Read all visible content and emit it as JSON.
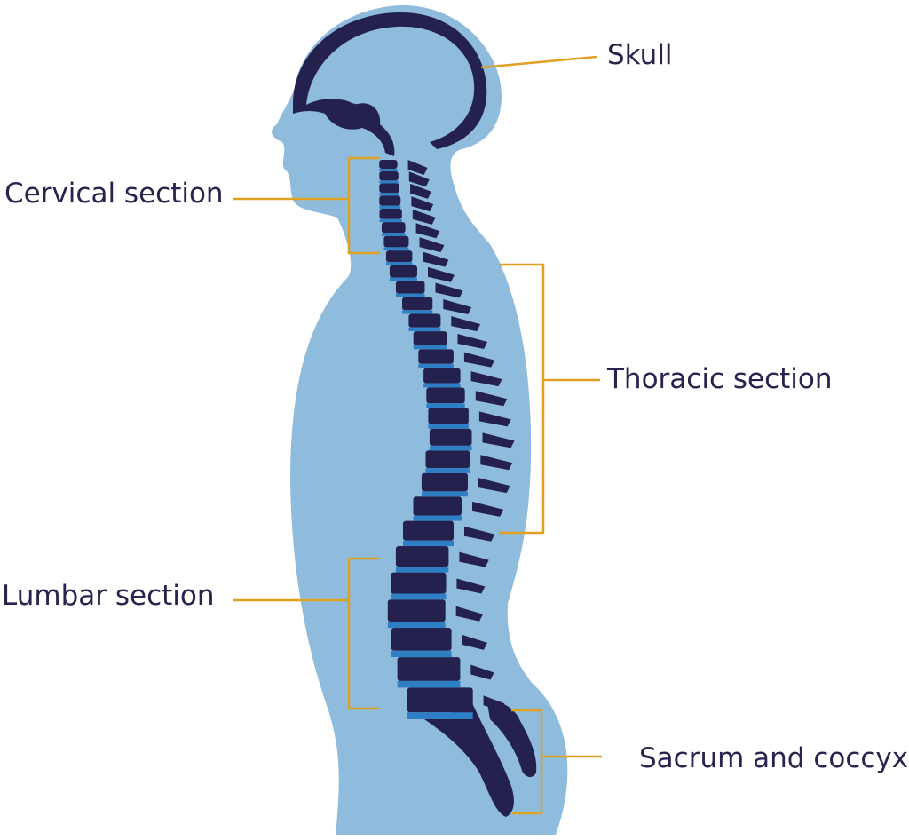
{
  "colors": {
    "body": "#8fbcdc",
    "bone": "#24214f",
    "disc": "#2f7fc4",
    "leader": "#e0a020",
    "text": "#27254f"
  },
  "labels": {
    "skull": "Skull",
    "cervical": "Cervical section",
    "thoracic": "Thoracic section",
    "lumbar": "Lumbar section",
    "sacrum": "Sacrum and coccyx"
  }
}
